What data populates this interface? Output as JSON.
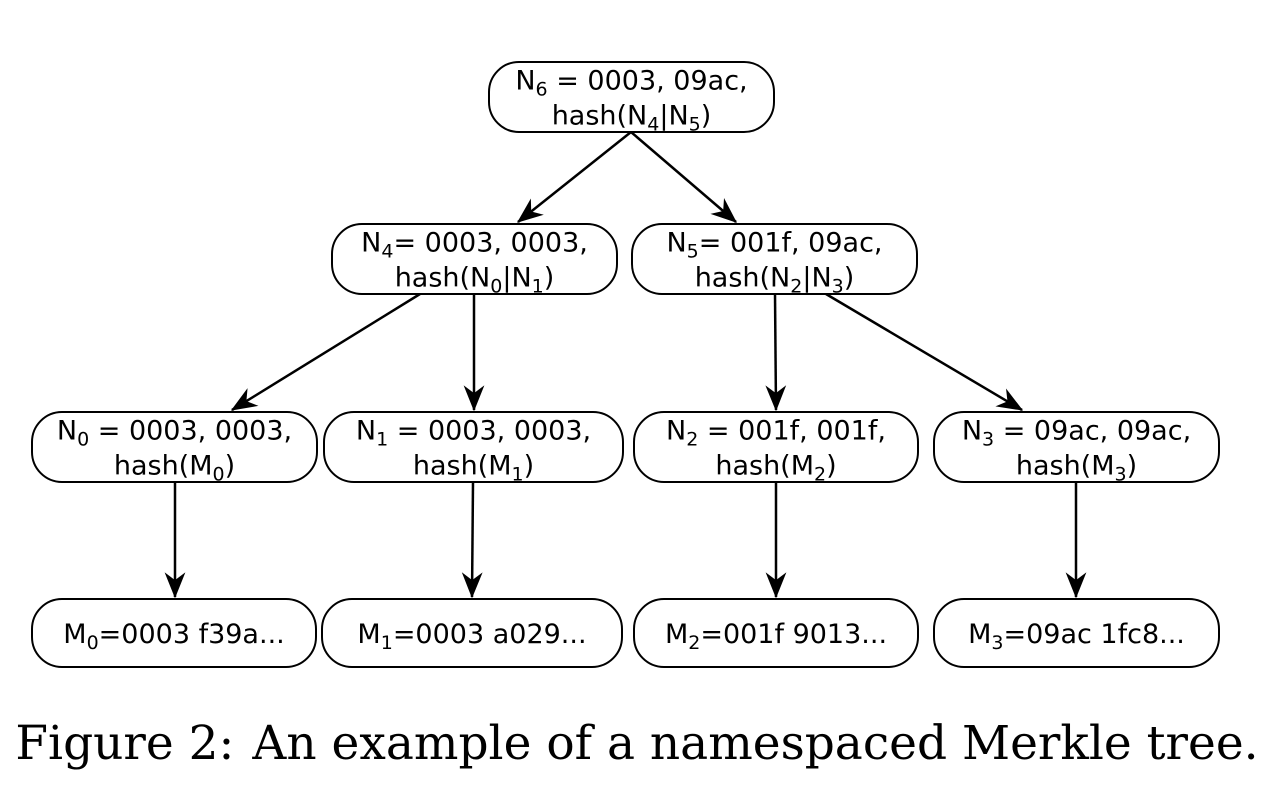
{
  "diagram": {
    "nodes": [
      {
        "id": "n6",
        "lines": [
          [
            [
              "N",
              ""
            ],
            [
              "6",
              "sub"
            ],
            [
              " = 0003, 09ac,",
              ""
            ]
          ],
          [
            [
              "hash(N",
              ""
            ],
            [
              "4",
              "sub"
            ],
            [
              "|N",
              ""
            ],
            [
              "5",
              "sub"
            ],
            [
              ")",
              ""
            ]
          ]
        ]
      },
      {
        "id": "n4",
        "lines": [
          [
            [
              "N",
              ""
            ],
            [
              "4",
              "sub"
            ],
            [
              "= 0003, 0003,",
              ""
            ]
          ],
          [
            [
              "hash(N",
              ""
            ],
            [
              "0",
              "sub"
            ],
            [
              "|N",
              ""
            ],
            [
              "1",
              "sub"
            ],
            [
              ")",
              ""
            ]
          ]
        ]
      },
      {
        "id": "n5",
        "lines": [
          [
            [
              "N",
              ""
            ],
            [
              "5",
              "sub"
            ],
            [
              "= 001f, 09ac,",
              ""
            ]
          ],
          [
            [
              "hash(N",
              ""
            ],
            [
              "2",
              "sub"
            ],
            [
              "|N",
              ""
            ],
            [
              "3",
              "sub"
            ],
            [
              ")",
              ""
            ]
          ]
        ]
      },
      {
        "id": "n0",
        "lines": [
          [
            [
              "N",
              ""
            ],
            [
              "0",
              "sub"
            ],
            [
              " = 0003, 0003,",
              ""
            ]
          ],
          [
            [
              "hash(M",
              ""
            ],
            [
              "0",
              "sub"
            ],
            [
              ")",
              ""
            ]
          ]
        ]
      },
      {
        "id": "n1",
        "lines": [
          [
            [
              "N",
              ""
            ],
            [
              "1",
              "sub"
            ],
            [
              " = 0003, 0003,",
              ""
            ]
          ],
          [
            [
              "hash(M",
              ""
            ],
            [
              "1",
              "sub"
            ],
            [
              ")",
              ""
            ]
          ]
        ]
      },
      {
        "id": "n2",
        "lines": [
          [
            [
              "N",
              ""
            ],
            [
              "2",
              "sub"
            ],
            [
              " = 001f, 001f,",
              ""
            ]
          ],
          [
            [
              "hash(M",
              ""
            ],
            [
              "2",
              "sub"
            ],
            [
              ")",
              ""
            ]
          ]
        ]
      },
      {
        "id": "n3",
        "lines": [
          [
            [
              "N",
              ""
            ],
            [
              "3",
              "sub"
            ],
            [
              " = 09ac, 09ac,",
              ""
            ]
          ],
          [
            [
              "hash(M",
              ""
            ],
            [
              "3",
              "sub"
            ],
            [
              ")",
              ""
            ]
          ]
        ]
      },
      {
        "id": "m0",
        "lines": [
          [
            [
              "M",
              ""
            ],
            [
              "0",
              "sub"
            ],
            [
              "=0003 f39a...",
              ""
            ]
          ]
        ]
      },
      {
        "id": "m1",
        "lines": [
          [
            [
              "M",
              ""
            ],
            [
              "1",
              "sub"
            ],
            [
              "=0003 a029...",
              ""
            ]
          ]
        ]
      },
      {
        "id": "m2",
        "lines": [
          [
            [
              "M",
              ""
            ],
            [
              "2",
              "sub"
            ],
            [
              "=001f 9013...",
              ""
            ]
          ]
        ]
      },
      {
        "id": "m3",
        "lines": [
          [
            [
              "M",
              ""
            ],
            [
              "3",
              "sub"
            ],
            [
              "=09ac 1fc8...",
              ""
            ]
          ]
        ]
      }
    ],
    "edges": [
      {
        "from": "n6",
        "to": "n4"
      },
      {
        "from": "n6",
        "to": "n5"
      },
      {
        "from": "n4",
        "to": "n0"
      },
      {
        "from": "n4",
        "to": "n1"
      },
      {
        "from": "n5",
        "to": "n2"
      },
      {
        "from": "n5",
        "to": "n3"
      },
      {
        "from": "n0",
        "to": "m0"
      },
      {
        "from": "n1",
        "to": "m1"
      },
      {
        "from": "n2",
        "to": "m2"
      },
      {
        "from": "n3",
        "to": "m3"
      }
    ]
  },
  "caption": {
    "label": "Figure 2:",
    "text": "An example of a namespaced Merkle tree."
  }
}
